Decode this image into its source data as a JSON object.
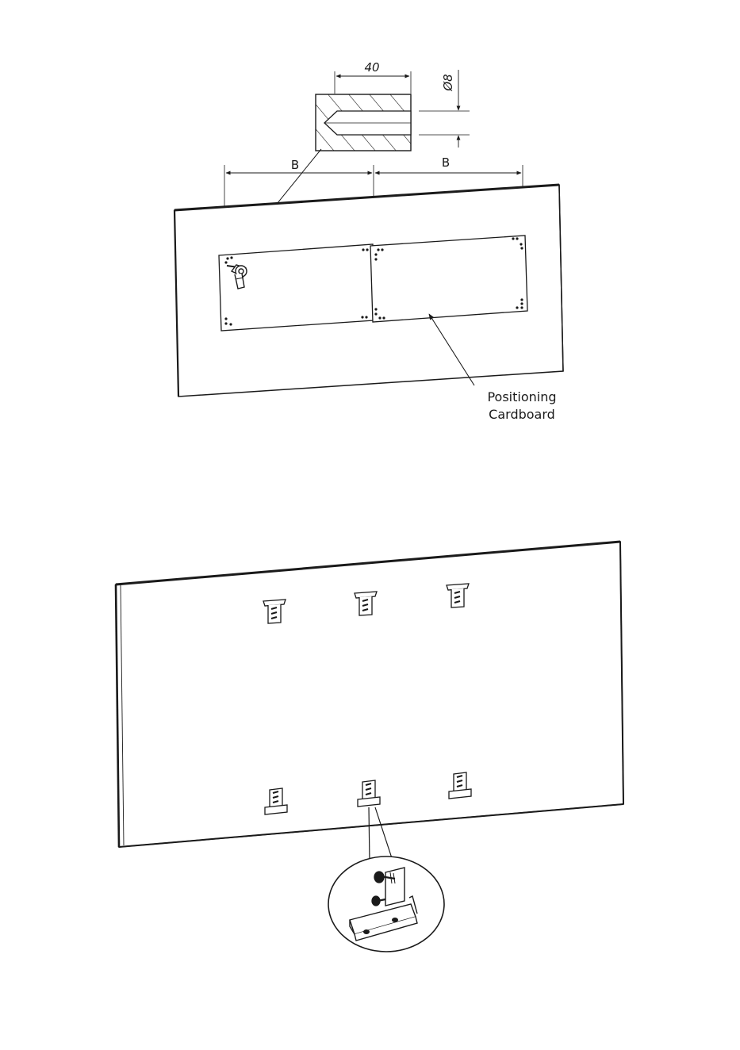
{
  "drill_detail": {
    "depth_label": "40",
    "diameter_label": "Ø8"
  },
  "spacing": {
    "left_label": "B",
    "right_label": "B"
  },
  "callout": {
    "line1": "Positioning",
    "line2": "Cardboard"
  },
  "icons": {
    "drill": "drill-icon",
    "bracket": "wall-bracket-icon"
  },
  "colors": {
    "line": "#1a1a1a",
    "background": "#ffffff"
  }
}
